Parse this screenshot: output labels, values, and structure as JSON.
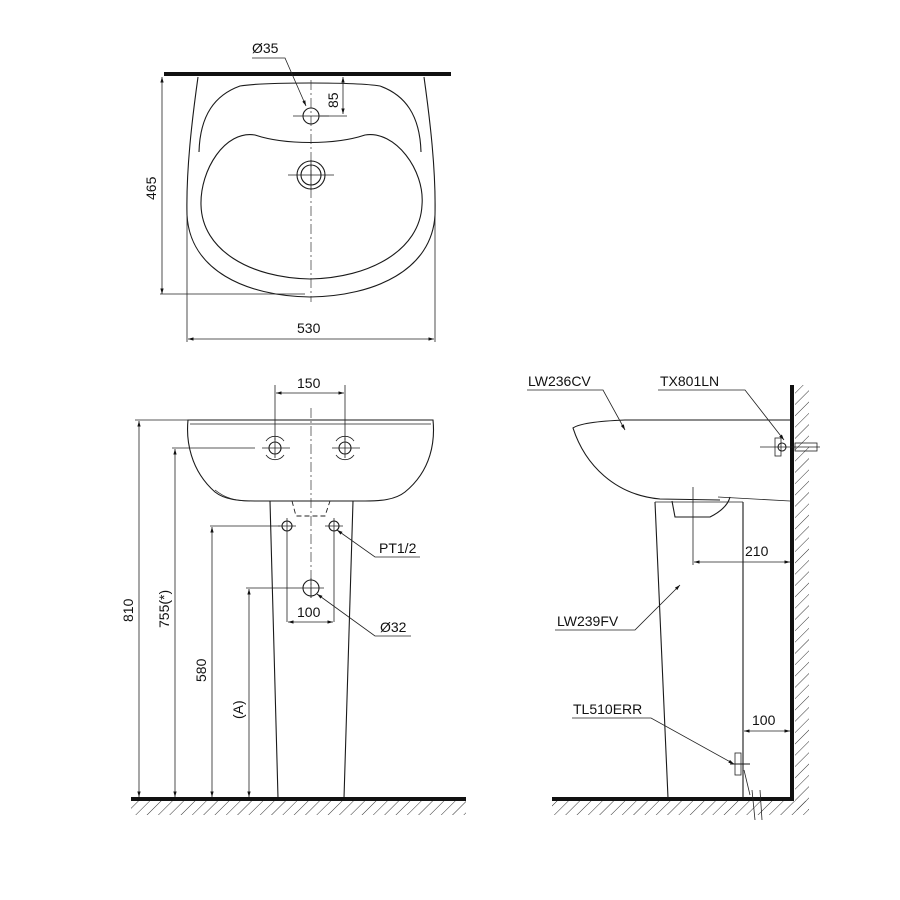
{
  "top_view": {
    "dims": {
      "hole_diameter": "Ø35",
      "hole_offset": "85",
      "depth": "465",
      "width": "530"
    }
  },
  "front_view": {
    "dims": {
      "tap_spacing": "150",
      "total_height": "810",
      "tap_height": "755(*)",
      "supply_height": "580",
      "drain_height": "(A)",
      "supply_spacing": "100"
    },
    "callouts": {
      "supply_thread": "PT1/2",
      "drain_diameter": "Ø32"
    }
  },
  "side_view": {
    "callouts": {
      "basin": "LW236CV",
      "wall_fixing": "TX801LN",
      "pedestal": "LW239FV",
      "floor_fixing": "TL510ERR"
    },
    "dims": {
      "drain_to_wall": "210",
      "pedestal_to_wall": "100"
    }
  }
}
